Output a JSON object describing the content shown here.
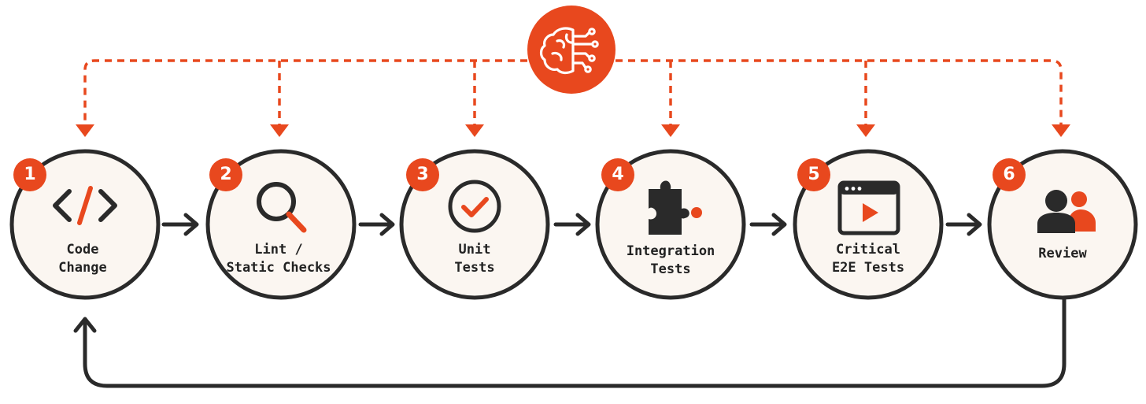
{
  "colors": {
    "accent": "#E8481E",
    "ink": "#2A2A2A",
    "node_fill": "#FBF6F1"
  },
  "hub": {
    "icon": "brain-circuit-icon"
  },
  "steps": [
    {
      "number": "1",
      "label_lines": [
        "Code",
        "Change"
      ],
      "icon": "code-brackets-icon"
    },
    {
      "number": "2",
      "label_lines": [
        "Lint /",
        "Static Checks"
      ],
      "icon": "magnifier-icon"
    },
    {
      "number": "3",
      "label_lines": [
        "Unit",
        "Tests"
      ],
      "icon": "check-circle-icon"
    },
    {
      "number": "4",
      "label_lines": [
        "Integration",
        "Tests"
      ],
      "icon": "puzzle-piece-icon"
    },
    {
      "number": "5",
      "label_lines": [
        "Critical",
        "E2E Tests"
      ],
      "icon": "browser-play-icon"
    },
    {
      "number": "6",
      "label_lines": [
        "Review"
      ],
      "icon": "users-icon"
    }
  ]
}
